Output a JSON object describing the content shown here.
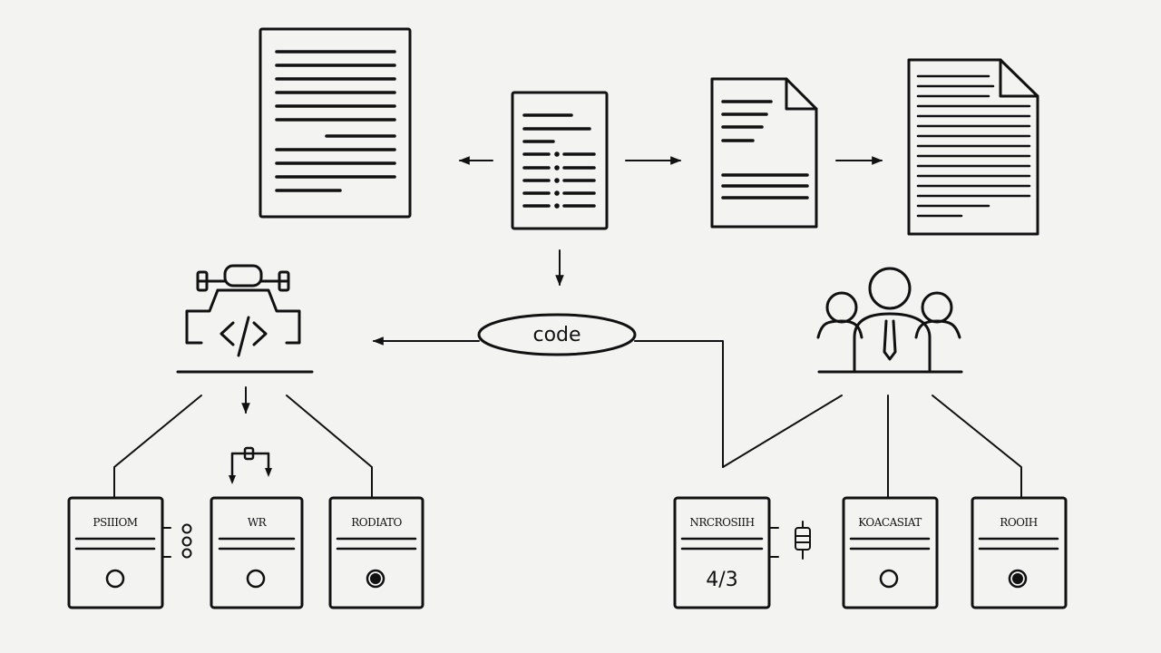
{
  "center_label": "code",
  "boxes": [
    {
      "label": "PSIIIOM",
      "status": "empty"
    },
    {
      "label": "WR",
      "status": "empty"
    },
    {
      "label": "RODIATO",
      "status": "filled"
    },
    {
      "label": "NRCROSIIH",
      "ratio": "4/3"
    },
    {
      "label": "KOACASIAT",
      "status": "empty"
    },
    {
      "label": "ROOIH",
      "status": "filled"
    }
  ],
  "icons": [
    "document-icon",
    "list-document-icon",
    "folded-document-icon",
    "dense-document-icon",
    "code-icon",
    "team-icon",
    "connector-icon",
    "battery-icon",
    "loop-icon"
  ]
}
